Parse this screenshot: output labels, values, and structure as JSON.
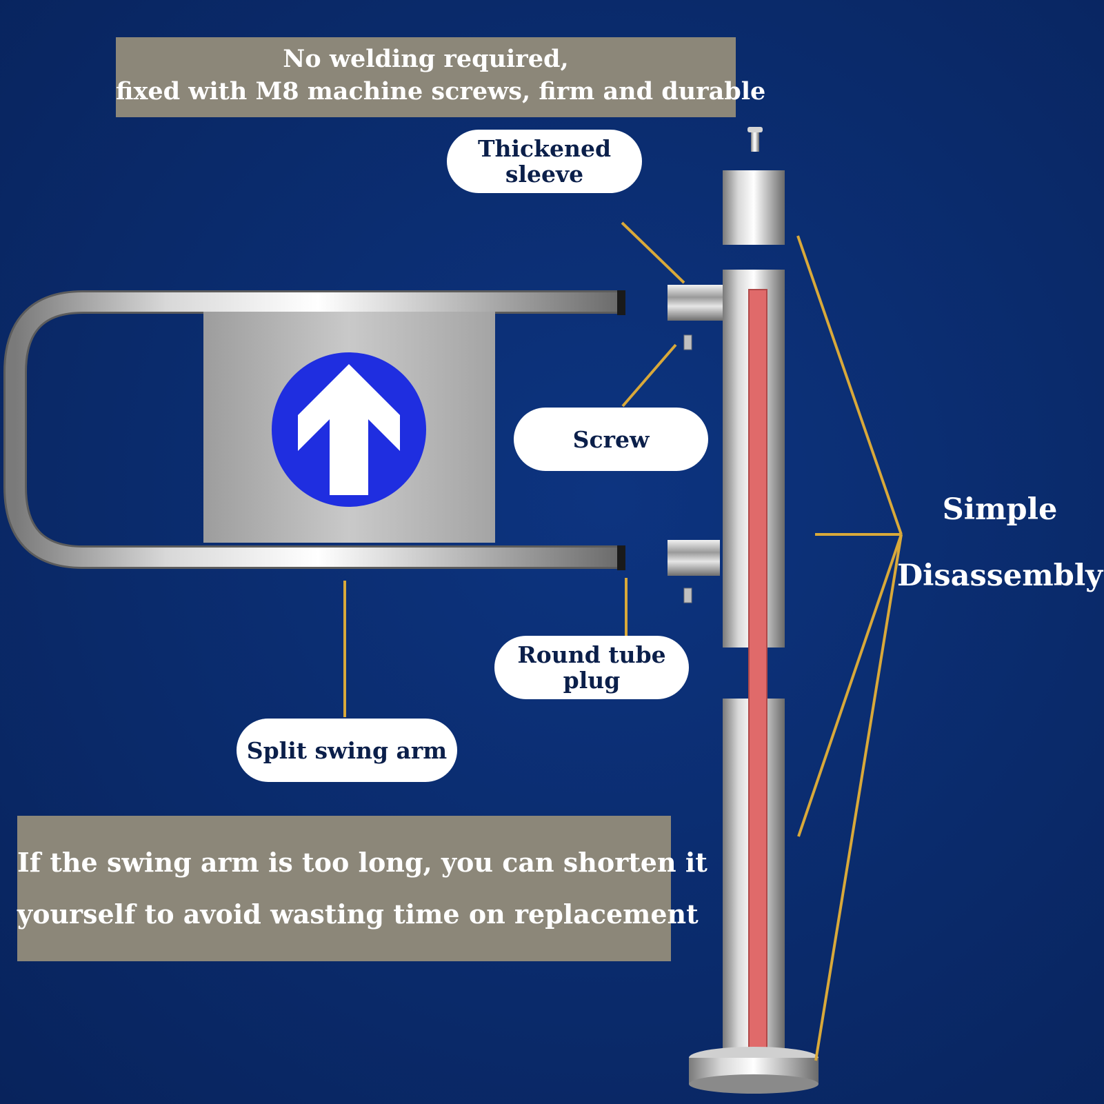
{
  "top_banner": {
    "line1": "No welding required,",
    "line2": "fixed with M8 machine screws, firm and durable"
  },
  "callouts": {
    "thickened_sleeve": {
      "line1": "Thickened",
      "line2": "sleeve"
    },
    "screw": "Screw",
    "round_tube_plug": {
      "line1": "Round tube",
      "line2": "plug"
    },
    "split_swing_arm": "Split swing arm"
  },
  "side_label": {
    "line1": "Simple",
    "line2": "Disassembly"
  },
  "bottom_banner": {
    "line1": "If the swing arm is too long, you can shorten it",
    "line2": "yourself to avoid wasting time on replacement"
  },
  "colors": {
    "background": "#0a2a6a",
    "banner": "#8c8779",
    "leader_line": "#d9a93a",
    "sign_blue": "#1f2ee0",
    "sensor_red": "#e06a6a"
  },
  "icons": {
    "sign": "up-arrow-icon"
  }
}
